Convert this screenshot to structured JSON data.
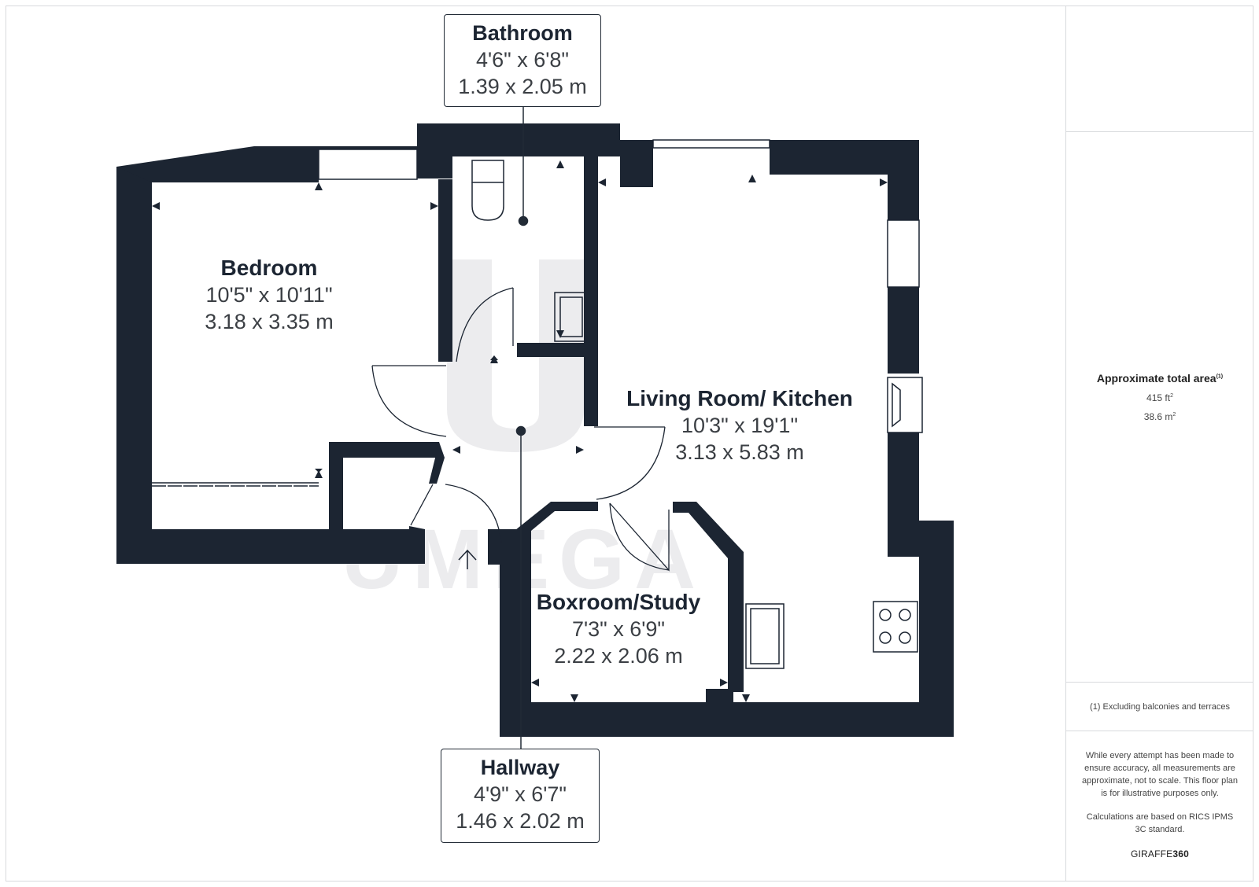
{
  "rooms": {
    "bedroom": {
      "name": "Bedroom",
      "imperial": "10'5\" x 10'11\"",
      "metric": "3.18 x 3.35 m"
    },
    "living": {
      "name": "Living Room/ Kitchen",
      "imperial": "10'3\" x 19'1\"",
      "metric": "3.13 x 5.83 m"
    },
    "boxroom": {
      "name": "Boxroom/Study",
      "imperial": "7'3\" x 6'9\"",
      "metric": "2.22 x 2.06 m"
    },
    "bathroom": {
      "name": "Bathroom",
      "imperial": "4'6\" x 6'8\"",
      "metric": "1.39 x 2.05 m"
    },
    "hallway": {
      "name": "Hallway",
      "imperial": "4'9\" x 6'7\"",
      "metric": "1.46 x 2.02 m"
    }
  },
  "watermark": "UMEGA",
  "sidebar": {
    "area_title": "Approximate total area",
    "area_note_marker": "(1)",
    "area_ft": "415 ft",
    "area_m": "38.6 m",
    "squared": "2",
    "footnote": "(1) Excluding balconies and terraces",
    "disclaimer": "While every attempt has been made to ensure accuracy, all measurements are approximate, not to scale. This floor plan is for illustrative purposes only.",
    "calc_note": "Calculations are based on RICS IPMS 3C standard.",
    "brand_light": "GIRAFFE",
    "brand_bold": "360"
  },
  "colors": {
    "wall": "#1c2532",
    "watermark": "#ececee",
    "line": "#222b36"
  }
}
